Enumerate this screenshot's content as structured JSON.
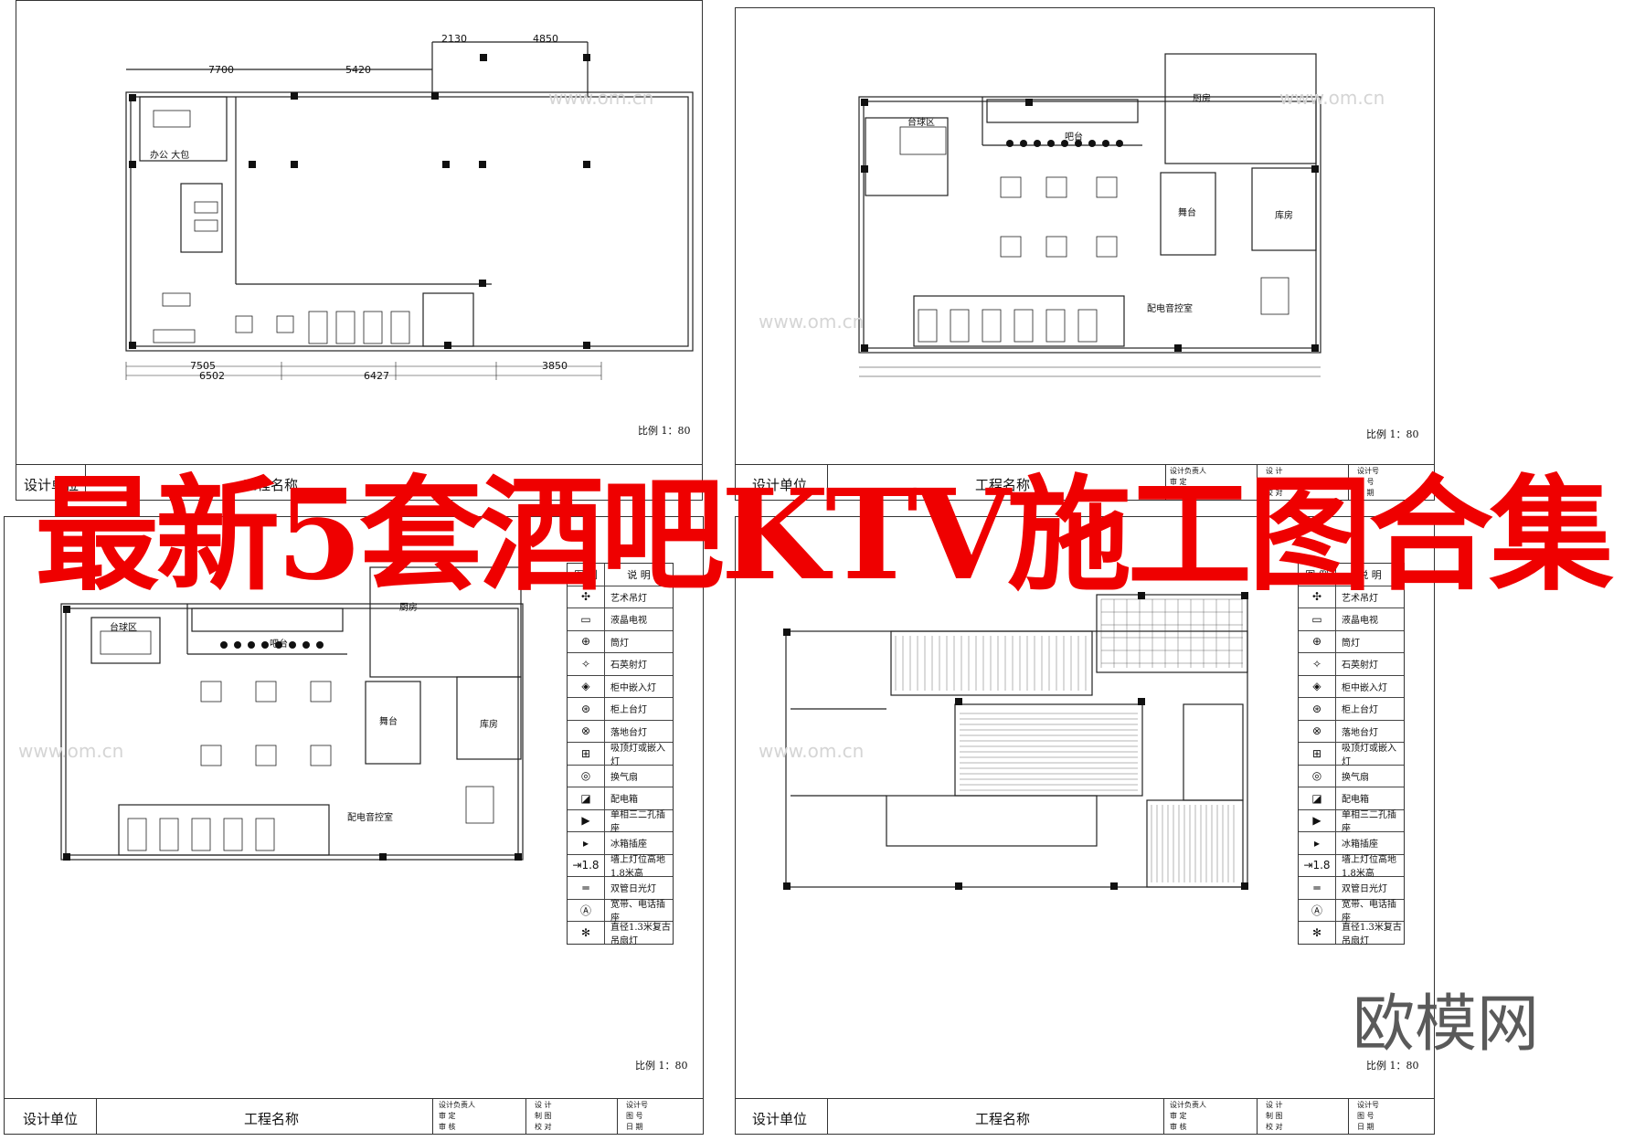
{
  "headline": "最新5套酒吧KTV施工图合集",
  "brand": "欧模网",
  "watermark": "www.om.cn",
  "sheets": {
    "design_unit": "设计单位",
    "project_name": "工程名称",
    "scale": "比例 1：80",
    "title_cells": [
      "设计负责人",
      "审 定",
      "审 核",
      "设 计",
      "制 图",
      "校 对",
      "设计号",
      "图 号",
      "日 期"
    ]
  },
  "rooms": {
    "office": "办公 大包",
    "billiards": "台球区",
    "bar": "吧台",
    "stage": "舞台",
    "kitchen": "厨房",
    "storage": "库房",
    "switch": "配电音控室"
  },
  "legend": {
    "header_symbol": "图 例",
    "header_desc": "说 明",
    "items": [
      {
        "symbol": "✣",
        "desc": "艺术吊灯"
      },
      {
        "symbol": "▭",
        "desc": "液晶电视"
      },
      {
        "symbol": "⊕",
        "desc": "筒灯"
      },
      {
        "symbol": "✧",
        "desc": "石英射灯"
      },
      {
        "symbol": "◈",
        "desc": "柜中嵌入灯"
      },
      {
        "symbol": "⊛",
        "desc": "柜上台灯"
      },
      {
        "symbol": "⊗",
        "desc": "落地台灯"
      },
      {
        "symbol": "⊞",
        "desc": "吸顶灯或嵌入灯"
      },
      {
        "symbol": "◎",
        "desc": "换气扇"
      },
      {
        "symbol": "◪",
        "desc": "配电箱"
      },
      {
        "symbol": "▶",
        "desc": "单相三二孔插座"
      },
      {
        "symbol": "▸",
        "desc": "冰箱插座"
      },
      {
        "symbol": "⇥1.8",
        "desc": "墙上灯位高地1.8米高"
      },
      {
        "symbol": "═",
        "desc": "双管日光灯"
      },
      {
        "symbol": "Ⓐ",
        "desc": "宽带、电话插座"
      },
      {
        "symbol": "✻",
        "desc": "直径1.3米复古吊扇灯"
      }
    ]
  },
  "dims": {
    "top_a": [
      "7700",
      "5420",
      "2130",
      "4850"
    ],
    "bottom_a": [
      "7505",
      "6502",
      "6427",
      "3850"
    ]
  }
}
